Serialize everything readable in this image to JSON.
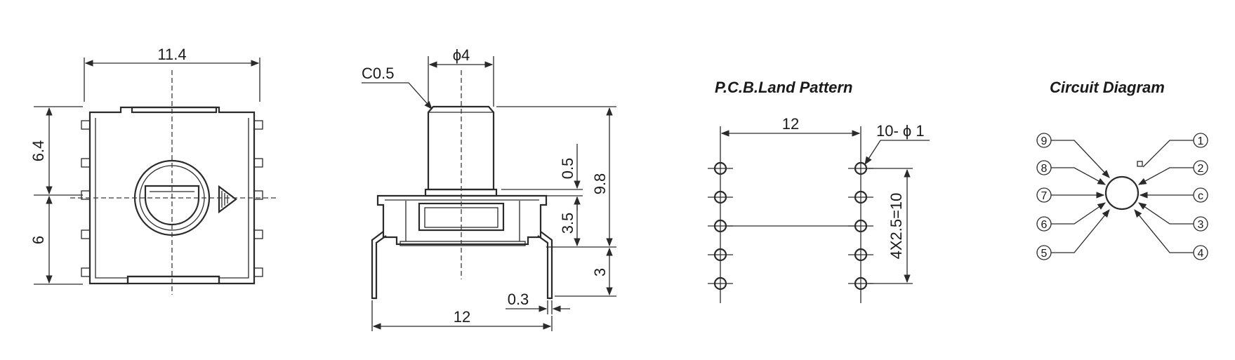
{
  "top_view": {
    "width": "11.4",
    "upper": "6.4",
    "lower": "6"
  },
  "side_view": {
    "chamfer": "C0.5",
    "shaft_dia": "ϕ4",
    "gap": "0.5",
    "total_height": "9.8",
    "body_height": "3.5",
    "leg_length": "3",
    "leg_thickness": "0.3",
    "width": "12"
  },
  "pcb": {
    "title": "P.C.B.Land Pattern",
    "spacing": "12",
    "holes": "10- ϕ 1",
    "pitch": "4X2.5=10"
  },
  "circuit": {
    "title": "Circuit Diagram",
    "left_pins": [
      "9",
      "8",
      "7",
      "6",
      "5"
    ],
    "right_pins": [
      "1",
      "2",
      "c",
      "3",
      "4"
    ]
  }
}
